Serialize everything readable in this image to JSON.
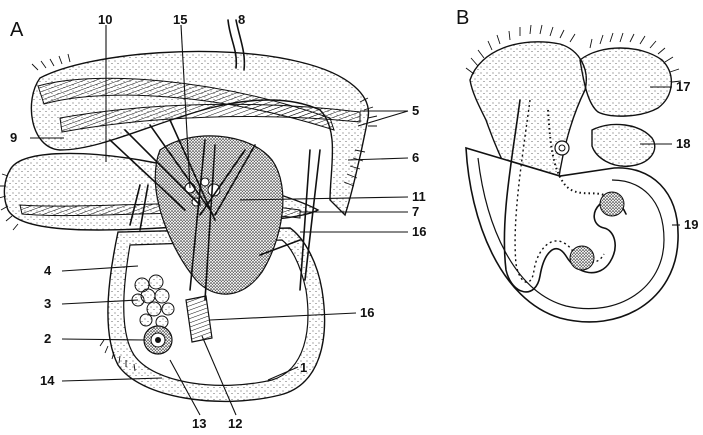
{
  "panels": [
    {
      "id": "A",
      "label": "A"
    },
    {
      "id": "B",
      "label": "B"
    }
  ],
  "callouts_A": [
    "1",
    "2",
    "3",
    "4",
    "5",
    "6",
    "7",
    "8",
    "9",
    "10",
    "11",
    "12",
    "13",
    "14",
    "15",
    "16",
    "16"
  ],
  "callouts_B": [
    "17",
    "18",
    "19"
  ]
}
